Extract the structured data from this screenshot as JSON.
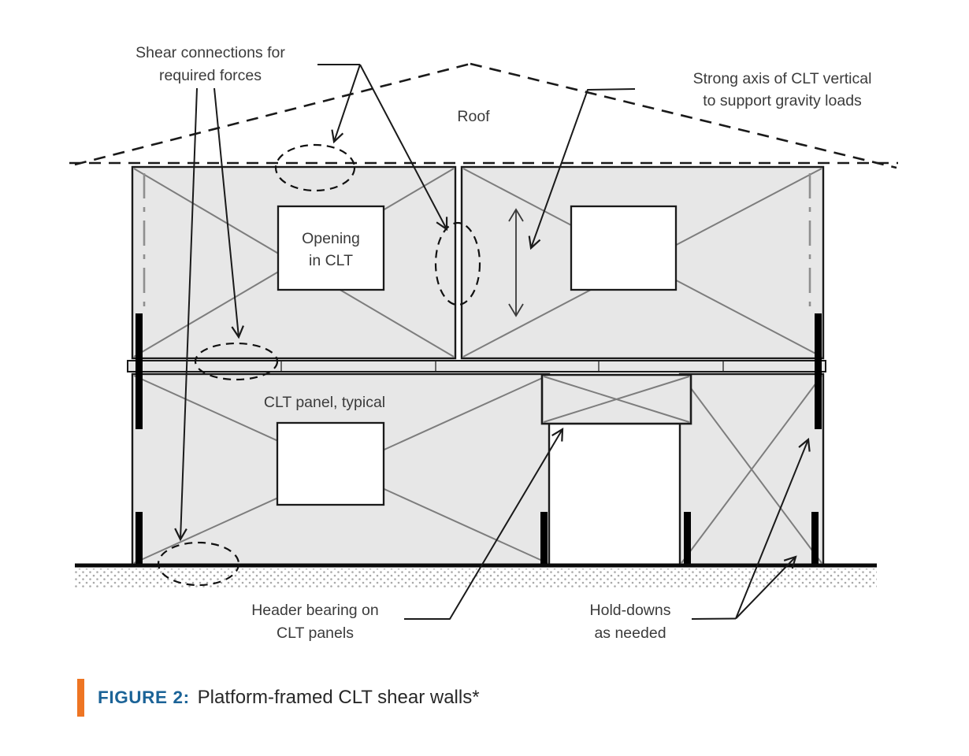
{
  "labels": {
    "shear_connections": {
      "line1": "Shear connections for",
      "line2": "required forces"
    },
    "roof": "Roof",
    "strong_axis": {
      "line1": "Strong axis of CLT vertical",
      "line2": "to support gravity loads"
    },
    "opening_in_clt": {
      "line1": "Opening",
      "line2": "in CLT"
    },
    "clt_panel_typical": "CLT panel, typical",
    "header_bearing": {
      "line1": "Header bearing on",
      "line2": "CLT panels"
    },
    "hold_downs": {
      "line1": "Hold-downs",
      "line2": "as needed"
    }
  },
  "caption": {
    "prefix": "FIGURE 2:",
    "title": "Platform-framed CLT shear walls*"
  },
  "colors": {
    "accent_orange": "#EE7523",
    "caption_blue": "#1B6397",
    "panel_fill": "#E7E7E7",
    "diagonal_gray": "#7D7D7D",
    "ink": "#1A1A1A",
    "label_text": "#3B3B3B",
    "stipple_gray": "#A9A9A9"
  }
}
